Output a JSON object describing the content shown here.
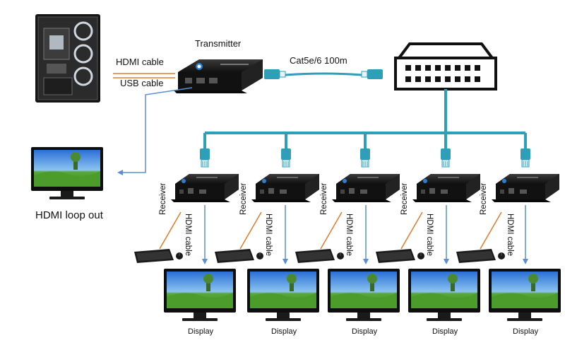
{
  "labels": {
    "transmitter": "Transmitter",
    "hdmi_cable_top": "HDMI cable",
    "usb_cable": "USB cable",
    "cat_cable": "Cat5e/6 100m",
    "hdmi_loop_out": "HDMI loop out",
    "receiver": "Receiver",
    "hdmi_cable_vertical": "HDMI cable",
    "display": "Display"
  },
  "colors": {
    "network_cable": "#2e9fb8",
    "hdmi_line": "#5b8fd4",
    "usb_line": "#e07b2a",
    "device_body": "#1c1c1c"
  },
  "receivers": [
    {
      "receiver": "Receiver",
      "cable": "HDMI cable",
      "display": "Display"
    },
    {
      "receiver": "Receiver",
      "cable": "HDMI cable",
      "display": "Display"
    },
    {
      "receiver": "Receiver",
      "cable": "HDMI cable",
      "display": "Display"
    },
    {
      "receiver": "Receiver",
      "cable": "HDMI cable",
      "display": "Display"
    },
    {
      "receiver": "Receiver",
      "cable": "HDMI cable",
      "display": "Display"
    }
  ]
}
